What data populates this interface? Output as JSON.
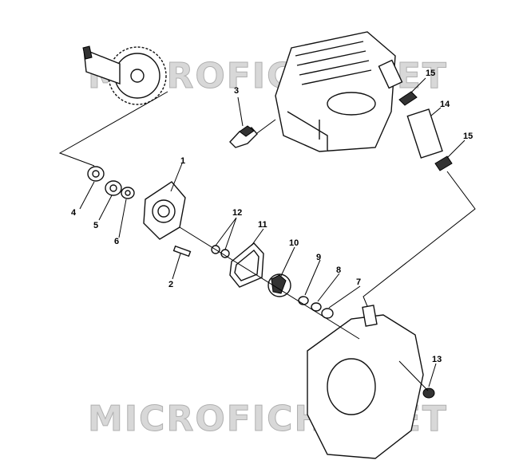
{
  "watermark": {
    "top": "MICROFICHE.NET",
    "bottom": "MICROFICHE.NET"
  },
  "callouts": {
    "c1": "1",
    "c2": "2",
    "c3": "3",
    "c4": "4",
    "c5": "5",
    "c6": "6",
    "c7": "7",
    "c8": "8",
    "c9": "9",
    "c10": "10",
    "c11": "11",
    "c12": "12",
    "c13": "13",
    "c14": "14",
    "c15a": "15",
    "c15b": "15"
  },
  "colors": {
    "line": "#000000",
    "watermark": "#d8d8d8"
  }
}
